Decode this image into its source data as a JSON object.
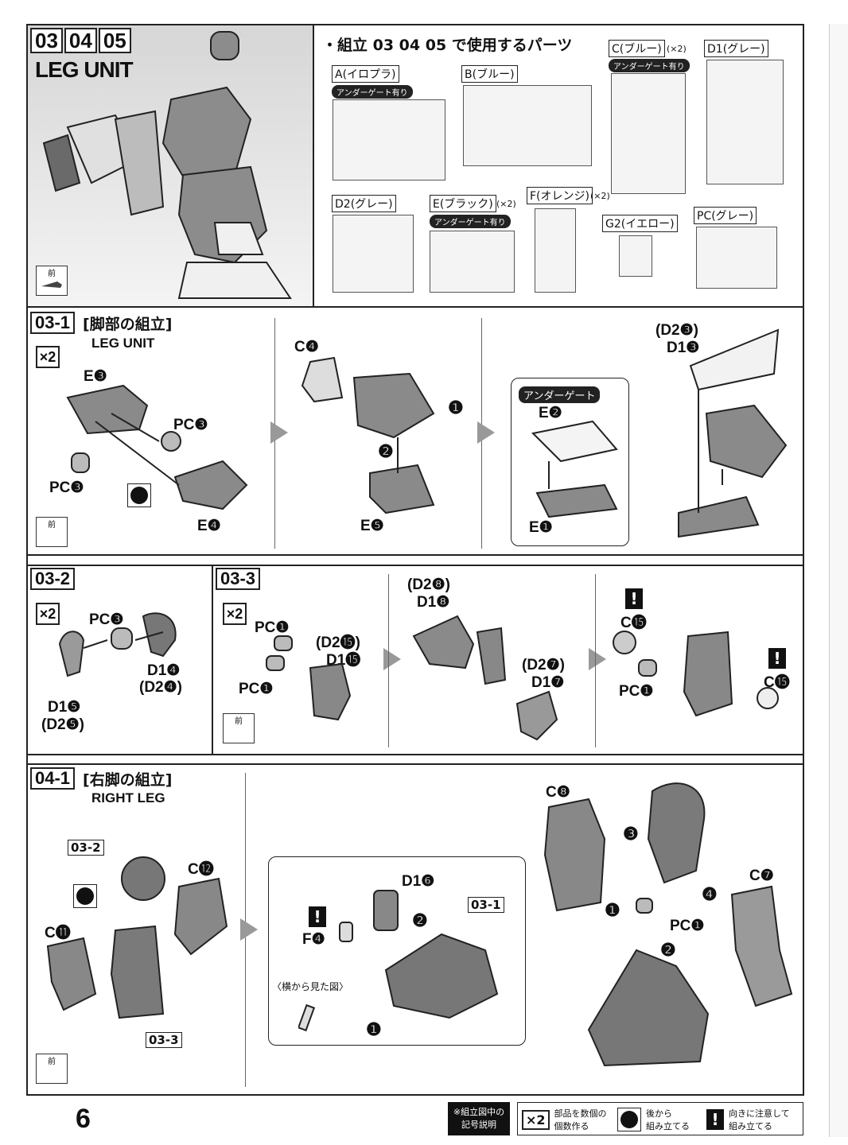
{
  "top": {
    "steps": [
      "03",
      "04",
      "05"
    ],
    "title": "LEG UNIT",
    "parts_title": "・組立 03 04 05 で使用するパーツ",
    "front_label": "前"
  },
  "sprues": [
    {
      "label": "A(イロプラ)",
      "badge": "アンダーゲート有り",
      "qty": ""
    },
    {
      "label": "B(ブルー)",
      "badge": "",
      "qty": ""
    },
    {
      "label": "C(ブルー)",
      "badge": "アンダーゲート有り",
      "qty": "(×2)"
    },
    {
      "label": "D1(グレー)",
      "badge": "",
      "qty": ""
    },
    {
      "label": "D2(グレー)",
      "badge": "",
      "qty": ""
    },
    {
      "label": "E(ブラック)",
      "badge": "アンダーゲート有り",
      "qty": "(×2)"
    },
    {
      "label": "F(オレンジ)",
      "badge": "",
      "qty": "(×2)"
    },
    {
      "label": "G2(イエロー)",
      "badge": "",
      "qty": ""
    },
    {
      "label": "PC(グレー)",
      "badge": "",
      "qty": ""
    }
  ],
  "step031": {
    "num": "03-1",
    "title_jp": "[脚部の組立]",
    "title_en": "LEG UNIT",
    "x2": "×2",
    "parts": {
      "e3": "E❸",
      "pc3a": "PC❸",
      "pc3b": "PC❸",
      "e4": "E❹",
      "c4": "C❹",
      "e5": "E❺",
      "e2": "E❷",
      "e1": "E❶",
      "d23": "(D2❸)",
      "d13": "D1❸"
    },
    "undergate": "アンダーゲート",
    "n1": "❶",
    "n2": "❷"
  },
  "step032": {
    "num": "03-2",
    "x2": "×2",
    "parts": {
      "pc3": "PC❸",
      "d14": "D1❹",
      "d24": "(D2❹)",
      "d15": "D1❺",
      "d25": "(D2❺)"
    }
  },
  "step033": {
    "num": "03-3",
    "x2": "×2",
    "parts": {
      "pc1a": "PC❶",
      "pc1b": "PC❶",
      "d215": "(D2⓯)",
      "d115": "D1⓯",
      "d28": "(D2❽)",
      "d18": "D1❽",
      "d27": "(D2❼)",
      "d17": "D1❼",
      "c15a": "C⓯",
      "c15b": "C⓯",
      "pc1c": "PC❶"
    },
    "warn": "!"
  },
  "step041": {
    "num": "04-1",
    "title_jp": "[右脚の組立]",
    "title_en": "RIGHT LEG",
    "parts": {
      "ref032": "03-2",
      "ref033": "03-3",
      "ref031": "03-1",
      "c12": "C⓬",
      "c11": "C⓫",
      "d16": "D1❻",
      "f4": "F❹",
      "c8": "C❽",
      "c7": "C❼",
      "pc1": "PC❶"
    },
    "side_view": "〈横から見た図〉",
    "n1": "❶",
    "n2": "❷",
    "n3": "❸",
    "n4": "❹",
    "warn": "!"
  },
  "footer": {
    "page": "6",
    "legend_title": "※組立図中の\n記号説明",
    "legend": [
      {
        "icon": "×2",
        "text": "部品を数個の\n個数作る"
      },
      {
        "icon": "back",
        "text": "後から\n組み立てる"
      },
      {
        "icon": "!",
        "text": "向きに注意して\n組み立てる"
      }
    ]
  }
}
